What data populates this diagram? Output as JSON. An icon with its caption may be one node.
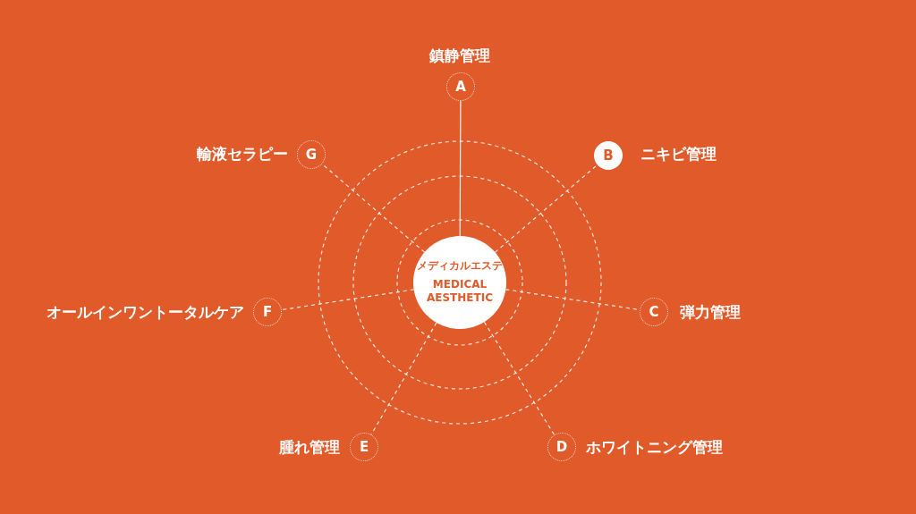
{
  "diagram": {
    "nodes": [
      {
        "text": [
          "メディカルエステ",
          "MEDICAL AESTHETIC"
        ]
      },
      {
        "text": [
          "A"
        ],
        "beside": [
          "鎮静管理"
        ]
      },
      {
        "text": [
          "B"
        ],
        "beside": [
          "ニキビ管理"
        ]
      },
      {
        "text": [
          "C"
        ],
        "beside": [
          "弾力管理"
        ]
      },
      {
        "text": [
          "D"
        ],
        "beside": [
          "ホワイトニング管理"
        ]
      },
      {
        "text": [
          "E"
        ],
        "beside": [
          "腫れ管理"
        ]
      },
      {
        "text": [
          "F"
        ],
        "beside": [
          "オールインワントータルケア"
        ]
      },
      {
        "text": [
          "G"
        ],
        "beside": [
          "輸液セラピー"
        ]
      }
    ],
    "edges": [
      {
        "from": 0,
        "to": 1,
        "arrow": "none"
      },
      {
        "from": 0,
        "to": 2,
        "arrow": "none",
        "style": "dashed"
      },
      {
        "from": 0,
        "to": 3,
        "arrow": "none",
        "style": "dashed"
      },
      {
        "from": 0,
        "to": 4,
        "arrow": "none",
        "style": "dashed"
      },
      {
        "from": 0,
        "to": 5,
        "arrow": "none",
        "style": "dashed"
      },
      {
        "from": 0,
        "to": 6,
        "arrow": "none",
        "style": "dashed"
      },
      {
        "from": 0,
        "to": 7,
        "arrow": "none",
        "style": "dashed"
      }
    ]
  }
}
